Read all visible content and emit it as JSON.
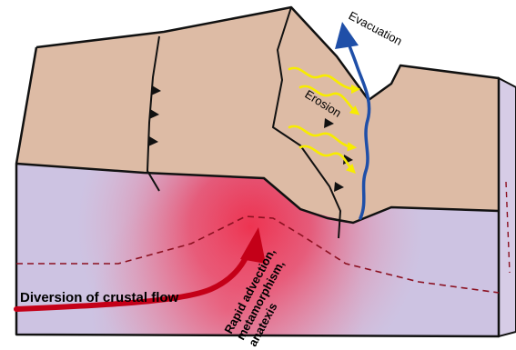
{
  "labels": {
    "evacuation": "Evacuation",
    "erosion": "Erosion",
    "diversion": "Diversion of crustal flow",
    "advection_line1": "Rapid advection,",
    "advection_line2": "metamorphism,",
    "advection_line3": "anatexis"
  },
  "colors": {
    "upper_crust": "#DDBBA5",
    "lower_crust": "#CDC3E2",
    "hot_zone": "#EE1E3C",
    "crustal_flow_arrow": "#C40018",
    "erosion_arrows": "#F7EC00",
    "evacuation_river": "#1F4FA8",
    "outline": "#111111"
  }
}
